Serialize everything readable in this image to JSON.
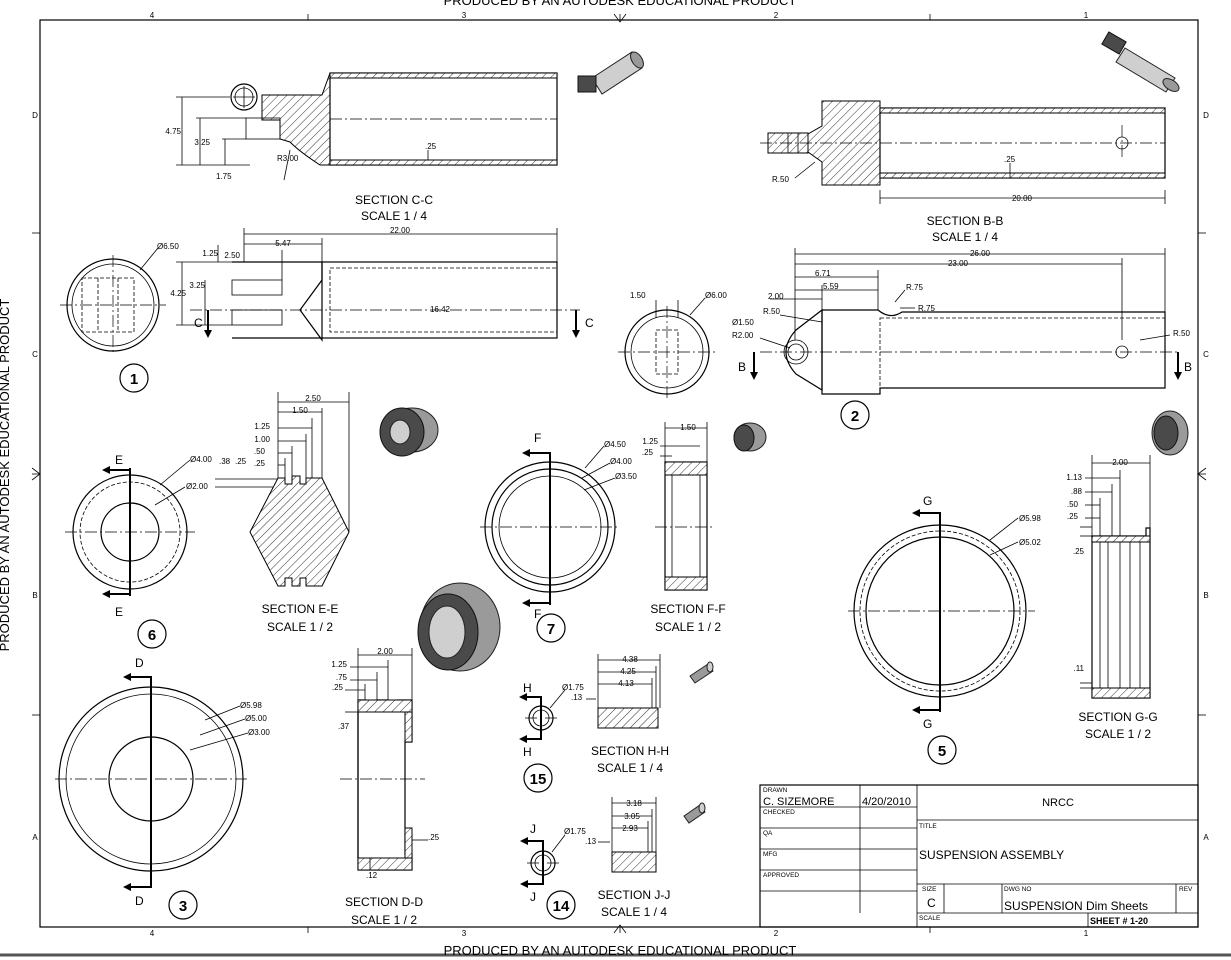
{
  "banner": {
    "top": "PRODUCED BY AN AUTODESK EDUCATIONAL PRODUCT",
    "bottom": "PRODUCED BY AN AUTODESK EDUCATIONAL PRODUCT",
    "left": "PRODUCED BY AN AUTODESK EDUCATIONAL PRODUCT"
  },
  "zones": {
    "columns": [
      "4",
      "3",
      "2",
      "1"
    ],
    "rows": [
      "D",
      "C",
      "B",
      "A"
    ]
  },
  "views": {
    "section_cc": {
      "title": "SECTION C-C",
      "scale": "SCALE 1 / 4",
      "dims": [
        "4.75",
        "3.25",
        "1.75",
        "R3.00",
        ".25"
      ]
    },
    "section_bb": {
      "title": "SECTION B-B",
      "scale": "SCALE 1 / 4",
      "dims": [
        "R.50",
        ".25",
        "20.00"
      ]
    },
    "part1": {
      "balloon": "1",
      "cut_left": "C",
      "cut_right": "C",
      "dims": [
        "Ø6.50",
        "22.00",
        "1.25",
        "2.50",
        "5.47",
        "3.25",
        "4.25",
        "16.42"
      ]
    },
    "part2": {
      "balloon": "2",
      "cut_left": "B",
      "cut_right": "B",
      "dims": [
        "26.00",
        "23.00",
        "6.71",
        "2.00",
        "5.59",
        "R.75",
        "R.75",
        "R.50",
        "Ø1.50",
        "R2.00",
        "R.50",
        "1.50",
        "Ø6.00"
      ]
    },
    "part6": {
      "balloon": "6",
      "cut_top": "E",
      "cut_bottom": "E",
      "dims": [
        "Ø4.00",
        "Ø2.00",
        ".38",
        ".25"
      ]
    },
    "section_ee": {
      "title": "SECTION E-E",
      "scale": "SCALE 1 / 2",
      "dims": [
        "2.50",
        "1.50",
        "1.25",
        "1.00",
        ".50",
        ".25"
      ]
    },
    "part7": {
      "balloon": "7",
      "cut_top": "F",
      "cut_bottom": "F",
      "dims": [
        "Ø4.50",
        "Ø4.00",
        "Ø3.50"
      ]
    },
    "section_ff": {
      "title": "SECTION F-F",
      "scale": "SCALE 1 / 2",
      "dims": [
        "1.50",
        "1.25",
        ".25"
      ]
    },
    "part5": {
      "balloon": "5",
      "cut_top": "G",
      "cut_bottom": "G",
      "dims": [
        "Ø5.98",
        "Ø5.02"
      ]
    },
    "section_gg": {
      "title": "SECTION G-G",
      "scale": "SCALE 1 / 2",
      "dims": [
        "2.00",
        "1.13",
        ".88",
        ".50",
        ".25",
        ".25",
        ".11"
      ]
    },
    "part3": {
      "balloon": "3",
      "cut_top": "D",
      "cut_bottom": "D",
      "dims": [
        "Ø5.98",
        "Ø5.00",
        "Ø3.00"
      ]
    },
    "section_dd": {
      "title": "SECTION D-D",
      "scale": "SCALE 1 / 2",
      "dims": [
        "2.00",
        "1.25",
        ".75",
        ".25",
        ".37",
        ".25",
        ".12"
      ]
    },
    "part15": {
      "balloon": "15",
      "cut_top": "H",
      "cut_bottom": "H",
      "dims": [
        "Ø1.75",
        ".13"
      ]
    },
    "section_hh": {
      "title": "SECTION H-H",
      "scale": "SCALE 1 / 4",
      "dims": [
        "4.38",
        "4.25",
        "4.13"
      ]
    },
    "part14": {
      "balloon": "14",
      "cut_top": "J",
      "cut_bottom": "J",
      "dims": [
        "Ø1.75",
        ".13"
      ]
    },
    "section_jj": {
      "title": "SECTION J-J",
      "scale": "SCALE 1 / 4",
      "dims": [
        "3.18",
        "3.05",
        "2.93"
      ]
    }
  },
  "title_block": {
    "drawn_label": "DRAWN",
    "drawn_by": "C. SIZEMORE",
    "drawn_date": "4/20/2010",
    "checked_label": "CHECKED",
    "qa_label": "QA",
    "mfg_label": "MFG",
    "approved_label": "APPROVED",
    "company": "NRCC",
    "title_label": "TITLE",
    "title": "SUSPENSION ASSEMBLY",
    "size_label": "SIZE",
    "size": "C",
    "dwg_no_label": "DWG NO",
    "dwg_no": "SUSPENSION Dim Sheets",
    "rev_label": "REV",
    "scale_label": "SCALE",
    "sheet": "SHEET # 1-20"
  }
}
